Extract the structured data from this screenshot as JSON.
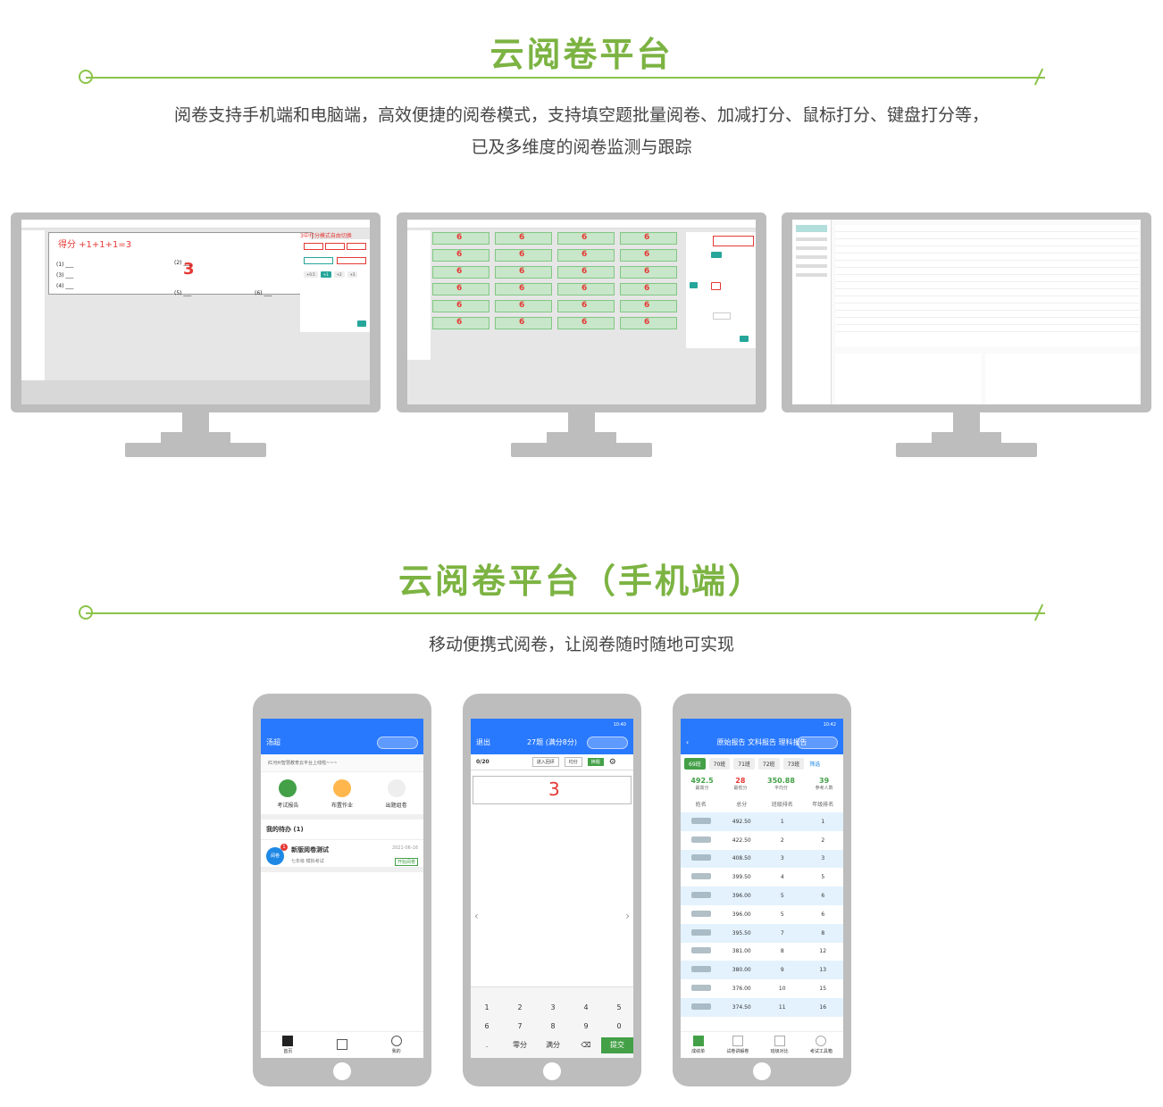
{
  "section1": {
    "title": "云阅卷平台",
    "desc_line1": "阅卷支持手机端和电脑端，高效便捷的阅卷模式，支持填空题批量阅卷、加减打分、鼠标打分、键盘打分等，",
    "desc_line2": "已及多维度的阅卷监测与跟踪"
  },
  "section2": {
    "title": "云阅卷平台（手机端）",
    "desc": "移动便携式阅卷，让阅卷随时随地可实现"
  },
  "monitor1": {
    "annot_top": "3中打分模式自由切换",
    "annot_score": "得分 +1+1+1=3",
    "btns": [
      "",
      ""
    ]
  },
  "monitor2": {
    "score": "6"
  },
  "phone1": {
    "header": "汤超",
    "notice": "红河州智慧教育云平台上线啦~~~",
    "icons": [
      "考试报告",
      "布置作业",
      "出题组卷"
    ],
    "todo_title": "我的待办 (1)",
    "item_badge": "1",
    "item_avatar": "阅卷",
    "item_title": "新版阅卷测试",
    "item_date": "2021-06-16",
    "item_sub": "七年级    模拟考试",
    "item_btn": "开始阅卷",
    "nav": [
      "首页",
      "",
      "我的"
    ]
  },
  "phone2": {
    "status_time": "10:40",
    "back": "退出",
    "header": "27题 (满分8分)",
    "progress": "0/20",
    "btn_history": "进入回评",
    "btn_avg": "均分",
    "btn_change": "换题",
    "score_mark": "3",
    "keys": [
      "1",
      "2",
      "3",
      "4",
      "5",
      "6",
      "7",
      "8",
      "9",
      "0",
      ".",
      "零分",
      "满分"
    ],
    "submit": "提交"
  },
  "phone3": {
    "status_time": "10:42",
    "tabs": "原始报告  文科报告  理科报告",
    "classes": [
      "69班",
      "70班",
      "71班",
      "72班",
      "73班"
    ],
    "filter": "筛选",
    "stats": [
      {
        "value": "492.5",
        "label": "最高分",
        "color": "#43a047"
      },
      {
        "value": "28",
        "label": "最低分",
        "color": "#e53935"
      },
      {
        "value": "350.88",
        "label": "平均分",
        "color": "#43a047"
      },
      {
        "value": "39",
        "label": "参考人数",
        "color": "#43a047"
      }
    ],
    "columns": [
      "姓名",
      "总分",
      "班级排名",
      "年级排名"
    ],
    "rows": [
      [
        "492.50",
        "1",
        "1"
      ],
      [
        "422.50",
        "2",
        "2"
      ],
      [
        "408.50",
        "3",
        "3"
      ],
      [
        "399.50",
        "4",
        "5"
      ],
      [
        "396.00",
        "5",
        "6"
      ],
      [
        "396.00",
        "5",
        "6"
      ],
      [
        "395.50",
        "7",
        "8"
      ],
      [
        "381.00",
        "8",
        "12"
      ],
      [
        "380.00",
        "9",
        "13"
      ],
      [
        "376.00",
        "10",
        "15"
      ],
      [
        "374.50",
        "11",
        "16"
      ]
    ],
    "nav": [
      "成绩单",
      "试卷讲解卷",
      "班级对比",
      "考试工具箱"
    ]
  }
}
